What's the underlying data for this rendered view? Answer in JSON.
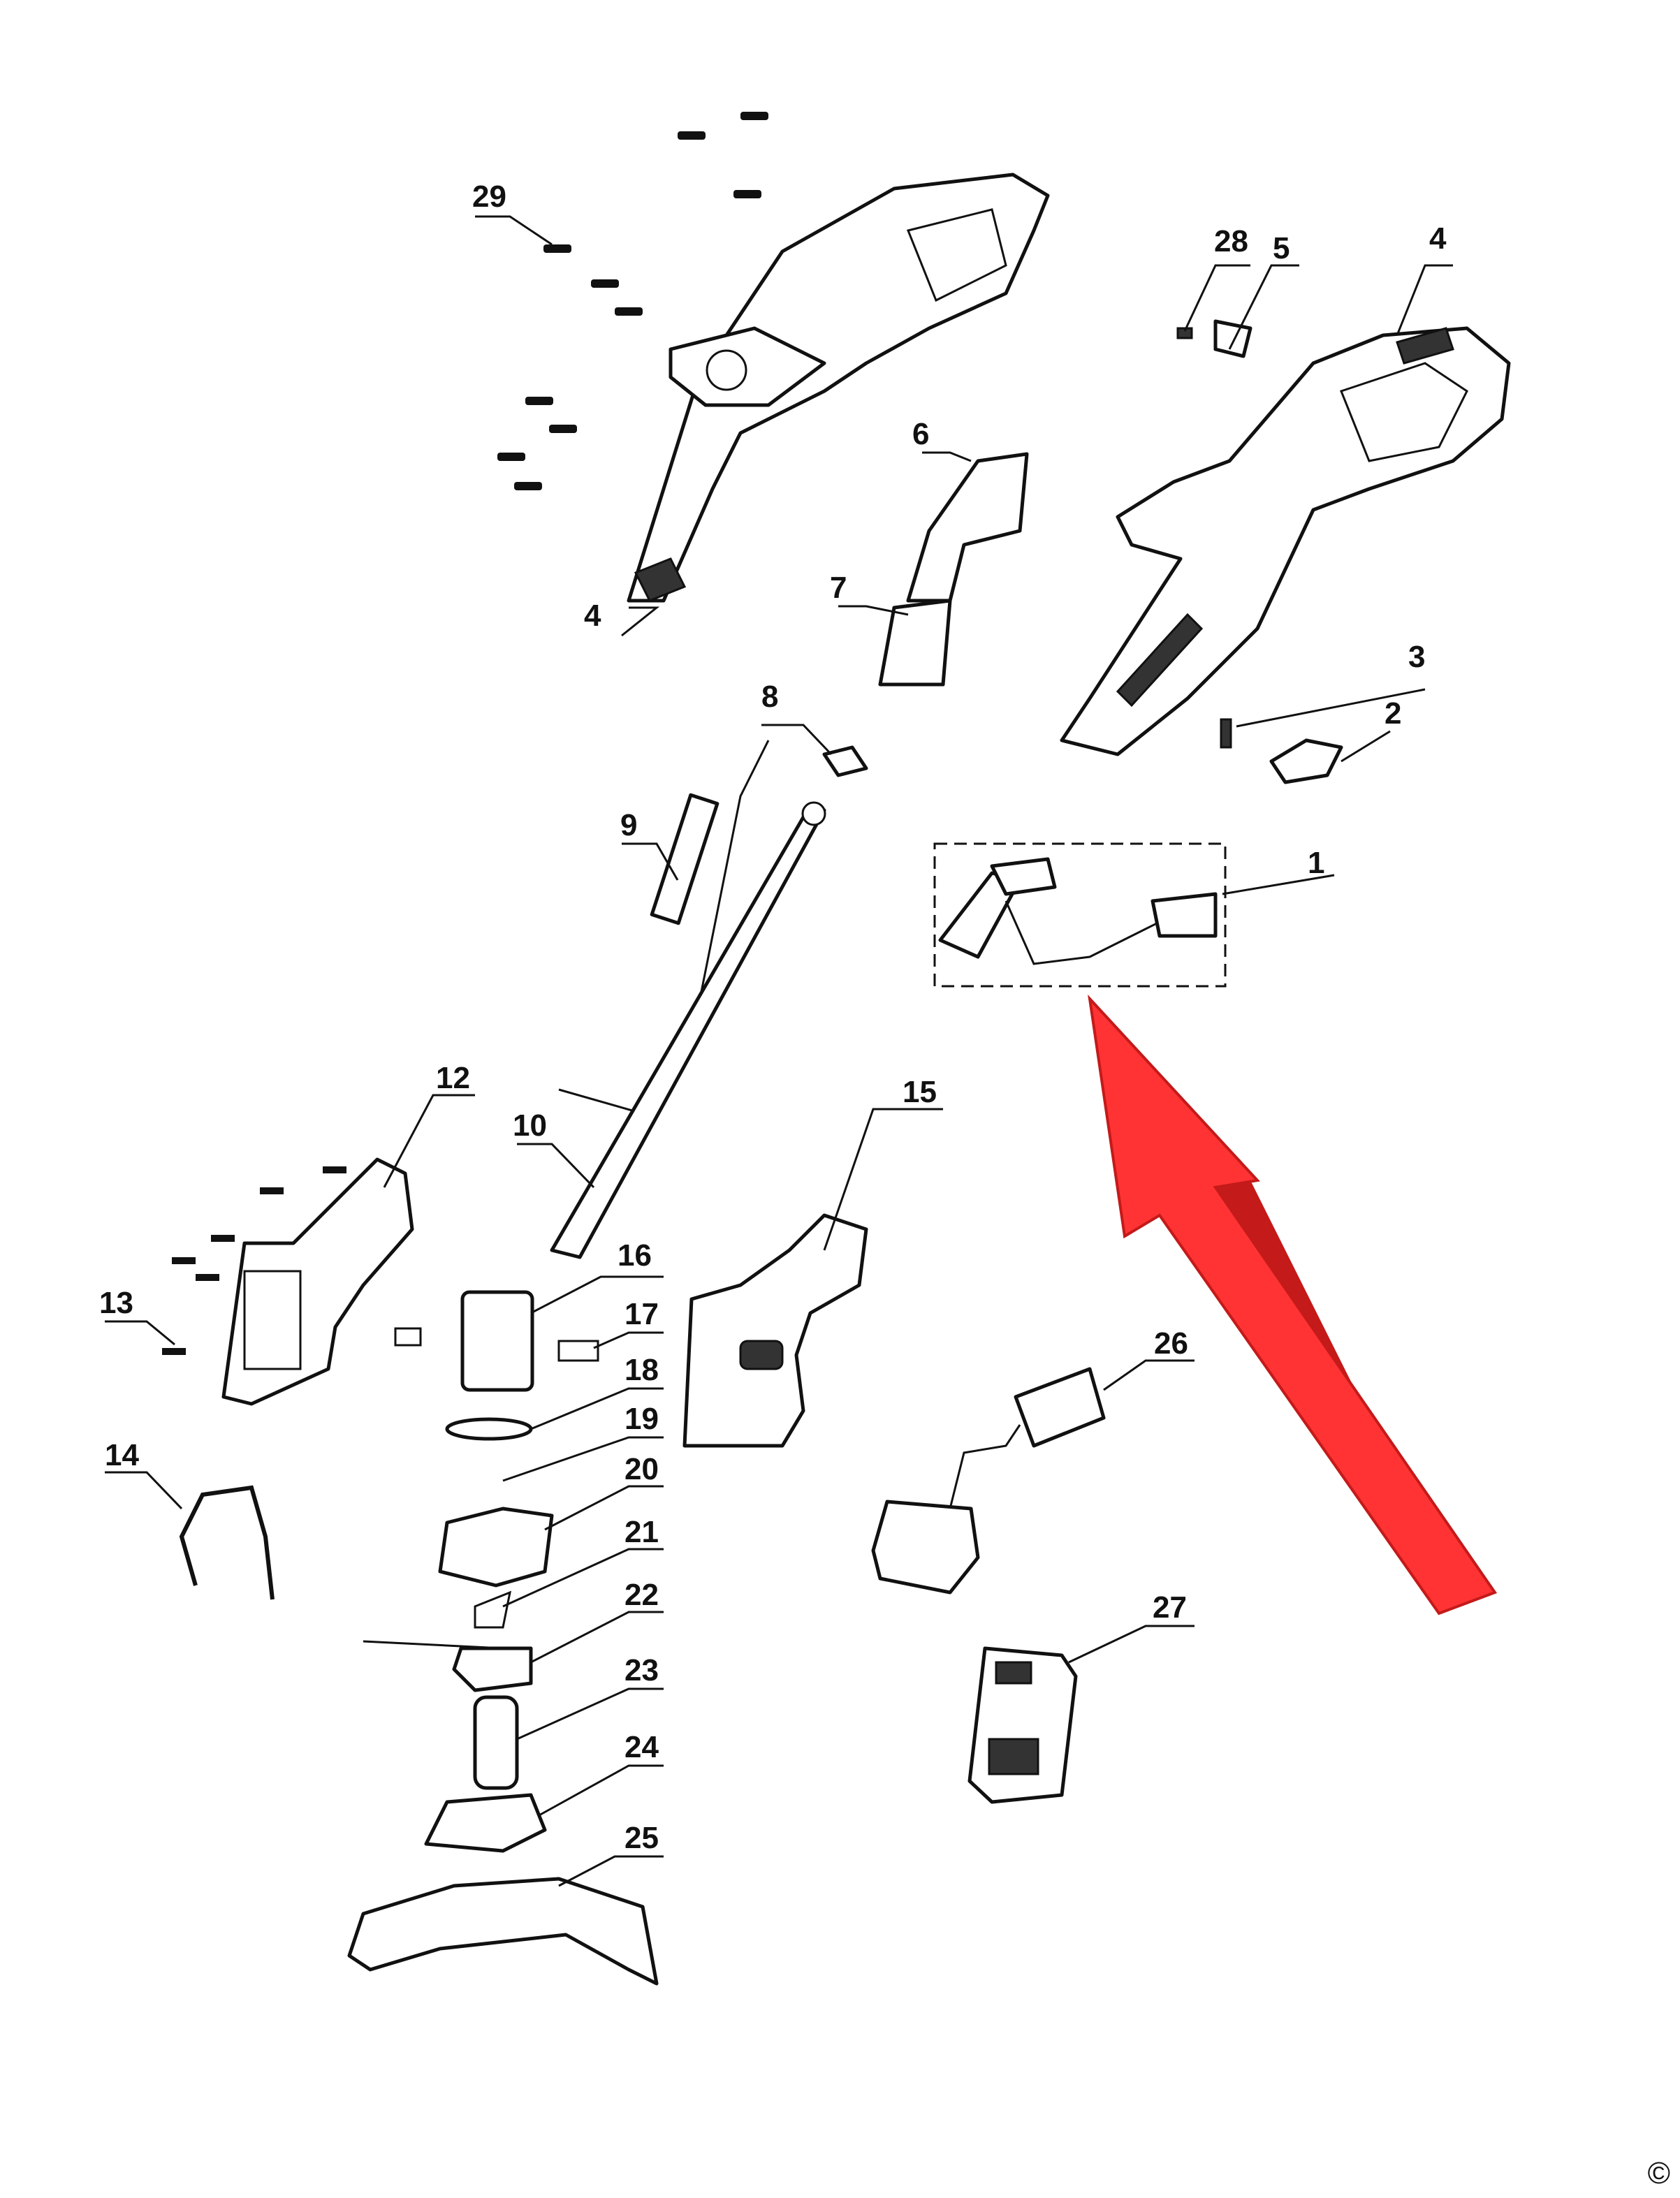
{
  "callouts": [
    {
      "num": "1"
    },
    {
      "num": "2"
    },
    {
      "num": "3"
    },
    {
      "num": "4"
    },
    {
      "num": "4"
    },
    {
      "num": "5"
    },
    {
      "num": "6"
    },
    {
      "num": "7"
    },
    {
      "num": "8"
    },
    {
      "num": "9"
    },
    {
      "num": "10"
    },
    {
      "num": "12"
    },
    {
      "num": "13"
    },
    {
      "num": "14"
    },
    {
      "num": "15"
    },
    {
      "num": "16"
    },
    {
      "num": "17"
    },
    {
      "num": "18"
    },
    {
      "num": "19"
    },
    {
      "num": "20"
    },
    {
      "num": "21"
    },
    {
      "num": "22"
    },
    {
      "num": "23"
    },
    {
      "num": "24"
    },
    {
      "num": "25"
    },
    {
      "num": "26"
    },
    {
      "num": "27"
    },
    {
      "num": "28"
    },
    {
      "num": "29"
    }
  ],
  "highlight": {
    "color": "#ff3333",
    "shade": "#c41a1a"
  },
  "copyright": "©"
}
